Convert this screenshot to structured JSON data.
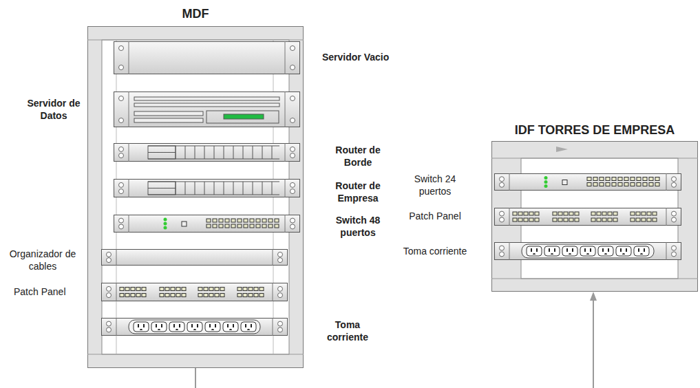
{
  "diagram": {
    "nodes": [
      {
        "text": [
          "MDF"
        ]
      },
      {
        "text": [
          "Servidor Vacio"
        ],
        "in": 0
      },
      {
        "text": [
          "Servidor de Datos"
        ],
        "in": 0
      },
      {
        "text": [
          "Router de Borde"
        ],
        "in": 0
      },
      {
        "text": [
          "Router de Empresa"
        ],
        "in": 0
      },
      {
        "text": [
          "Switch 48 puertos"
        ],
        "in": 0
      },
      {
        "text": [
          "Organizador de cables"
        ],
        "in": 0
      },
      {
        "text": [
          "Patch Panel"
        ],
        "in": 0
      },
      {
        "text": [
          "Toma corriente"
        ],
        "in": 0
      },
      {
        "text": [
          "IDF TORRES DE EMPRESA"
        ]
      },
      {
        "text": [
          "Switch 24 puertos"
        ],
        "in": 9
      },
      {
        "text": [
          "Patch Panel"
        ],
        "in": 9
      },
      {
        "text": [
          "Toma corriente"
        ],
        "in": 9
      }
    ]
  }
}
